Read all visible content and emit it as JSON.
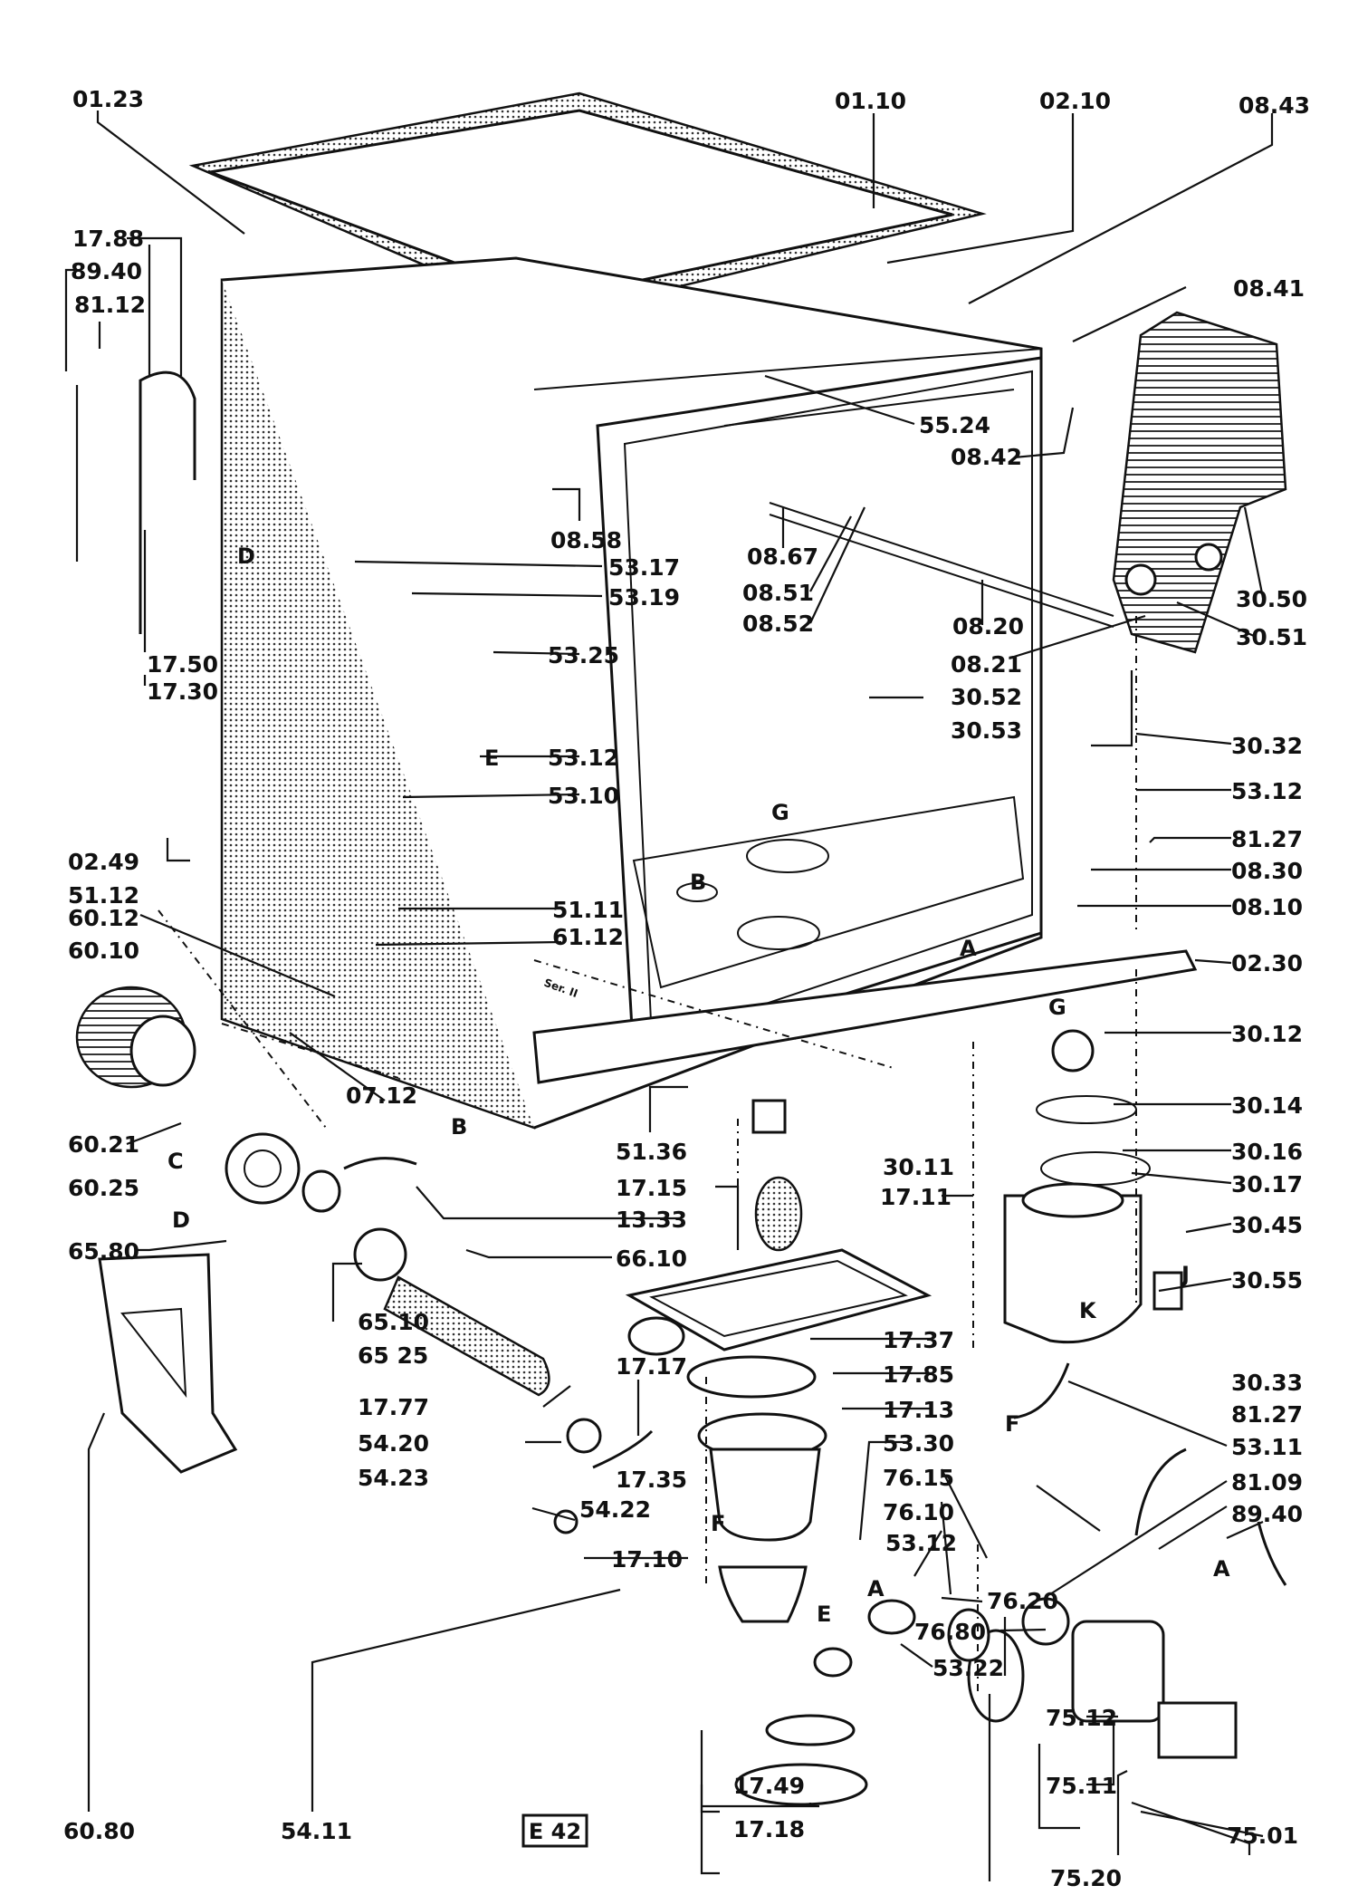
{
  "diagram": {
    "code": "E 42",
    "stamp": "Ser. II",
    "connectors": [
      "A",
      "B",
      "C",
      "D",
      "E",
      "F",
      "G",
      "J",
      "K"
    ],
    "labels": [
      "01.23",
      "01.10",
      "02.10",
      "08.43",
      "17.88",
      "89.40",
      "81.12",
      "08.41",
      "55.24",
      "08.42",
      "08.58",
      "53.17",
      "53.19",
      "08.67",
      "08.51",
      "08.52",
      "30.50",
      "08.20",
      "30.51",
      "17.50",
      "17.30",
      "53.25",
      "08.21",
      "30.52",
      "30.53",
      "30.32",
      "53.12",
      "53.10",
      "53.12",
      "81.27",
      "02.49",
      "08.30",
      "51.12",
      "08.10",
      "51.11",
      "60.12",
      "61.12",
      "60.10",
      "02.30",
      "30.12",
      "07.12",
      "30.14",
      "60.21",
      "51.36",
      "30.16",
      "17.15",
      "30.11",
      "60.25",
      "13.33",
      "17.11",
      "30.17",
      "65.80",
      "66.10",
      "30.45",
      "30.55",
      "65.10",
      "65 25",
      "17.37",
      "17.77",
      "17.17",
      "17.85",
      "17.13",
      "30.33",
      "54.20",
      "53.30",
      "54.23",
      "76.15",
      "17.35",
      "81.27",
      "53.11",
      "81.09",
      "89.40",
      "54.22",
      "76.10",
      "53.12",
      "17.10",
      "76.20",
      "76.80",
      "53.22",
      "75.12",
      "17.49",
      "75.11",
      "60.80",
      "54.11",
      "17.18",
      "75.20",
      "75.01"
    ]
  }
}
